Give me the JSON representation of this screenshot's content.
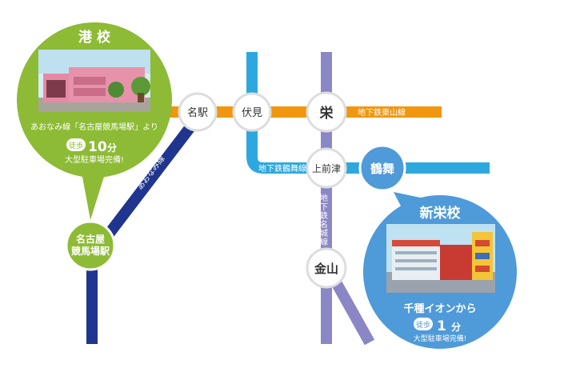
{
  "lines": {
    "aonami_label": "あおなみ線",
    "higashiyama_label": "地下鉄東山線",
    "tsurumai_label": "地下鉄鶴舞線",
    "meijo_label": "地下鉄名城線"
  },
  "stations": {
    "meieki": "名駅",
    "fushimi": "伏見",
    "sakae": "栄",
    "kamimaezu": "上前津",
    "tsurumai": "鶴舞",
    "kanayama": "金山",
    "nagoya_keibajo": [
      "名古屋",
      "競馬場駅"
    ]
  },
  "minato_school": {
    "title": "港 校",
    "access_text": "あおなみ線「名古屋競馬場駅」より",
    "walk_badge": "徒歩",
    "minutes_number": "10",
    "minutes_unit": "分",
    "parking_text": "大型駐車場完備!"
  },
  "shinsakae_school": {
    "title": "新栄校",
    "access_text": "千種イオンから",
    "walk_badge": "徒歩",
    "minutes_number": "1",
    "minutes_unit": "分",
    "parking_text": "大型駐車場完備!"
  },
  "colors": {
    "aonami": "#1f3590",
    "higashiyama": "#f0960f",
    "tsurumai": "#2da8df",
    "meijo": "#8b86c5",
    "minato_green": "#8dbb35",
    "shinsakae_blue": "#4f9ad8"
  }
}
